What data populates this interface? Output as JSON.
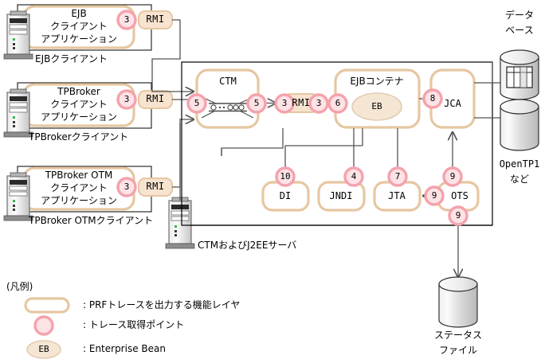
{
  "diagram": {
    "clients": [
      {
        "id": "ejb-client",
        "layer_lines": [
          "EJB",
          "クライアント",
          "アプリケーション"
        ],
        "caption": "EJBクライアント",
        "trace_point": "3",
        "protocol": "RMI"
      },
      {
        "id": "tpbroker-client",
        "layer_lines": [
          "TPBroker",
          "クライアント",
          "アプリケーション"
        ],
        "caption": "TPBrokerクライアント",
        "trace_point": "3",
        "protocol": "RMI"
      },
      {
        "id": "tpbroker-otm-client",
        "layer_lines": [
          "TPBroker OTM",
          "クライアント",
          "アプリケーション"
        ],
        "caption": "TPBroker OTMクライアント",
        "trace_point": "3",
        "protocol": "RMI"
      }
    ],
    "server": {
      "caption": "CTMおよびJ2EEサーバ",
      "layers": [
        {
          "id": "ctm",
          "label": "CTM"
        },
        {
          "id": "ejb-container",
          "label": "EJBコンテナ",
          "inner": "EB"
        },
        {
          "id": "jca",
          "label": "JCA"
        },
        {
          "id": "di",
          "label": "DI"
        },
        {
          "id": "jndi",
          "label": "JNDI"
        },
        {
          "id": "jta",
          "label": "JTA"
        },
        {
          "id": "ots",
          "label": "OTS"
        }
      ],
      "middle_protocol": "RMI",
      "trace_points": {
        "ctm_in": "5",
        "ctm_out": "5",
        "rmi_left": "3",
        "rmi_right": "3",
        "ejb_in": "6",
        "jca_in": "8",
        "di": "10",
        "jndi": "4",
        "jta": "7",
        "ots_top": "9",
        "ots_left": "9",
        "ots_bottom": "9"
      }
    },
    "stores": [
      {
        "id": "database",
        "lines": [
          "データ",
          "ベース"
        ],
        "type": "db-table"
      },
      {
        "id": "opentp1",
        "lines": [
          "OpenTP1",
          "など"
        ],
        "type": "cylinder"
      },
      {
        "id": "status-file",
        "lines": [
          "ステータス",
          "ファイル"
        ],
        "type": "cylinder"
      }
    ]
  },
  "legend": {
    "heading": "(凡例)",
    "items": [
      {
        "icon": "rounded-box",
        "text": ": PRFトレースを出力する機能レイヤ"
      },
      {
        "icon": "pink-circle",
        "text": ": トレース取得ポイント"
      },
      {
        "icon": "eb-ellipse",
        "icon_text": "EB",
        "text": ": Enterprise Bean"
      }
    ]
  },
  "colors": {
    "layer_border": "#e6c7a2",
    "layer_fill": "#ffffff",
    "rmi_fill": "#f7e3cf",
    "rmi_border": "#e6c7a2",
    "trace_fill": "#fde3e6",
    "trace_border": "#f4a2ac",
    "eb_fill": "#f5e6d4",
    "eb_border": "#e2cbb0",
    "line": "#555555",
    "box_border": "#000000",
    "cylinder_light": "#f2f2f2",
    "cylinder_dark": "#b8b8b8"
  }
}
